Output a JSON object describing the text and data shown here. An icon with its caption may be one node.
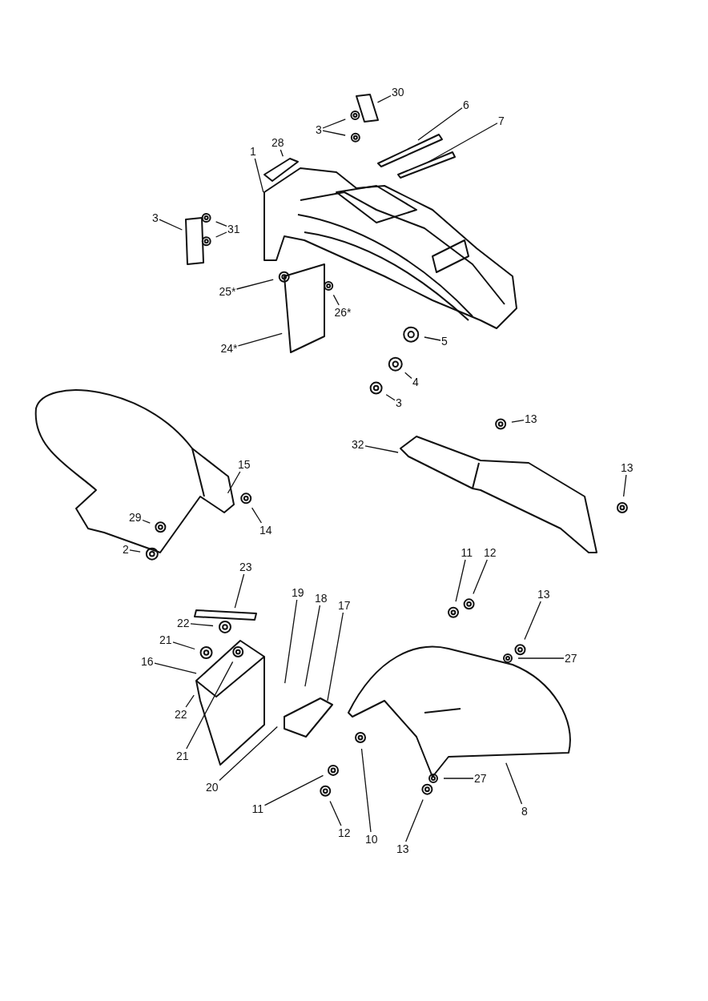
{
  "diagram": {
    "nodes": [
      {
        "text": [
          "30"
        ]
      },
      {
        "text": [
          "6"
        ]
      },
      {
        "text": [
          "3"
        ]
      },
      {
        "text": [
          "7"
        ]
      },
      {
        "text": [
          "28"
        ]
      },
      {
        "text": [
          "1"
        ]
      },
      {
        "text": [
          "3"
        ]
      },
      {
        "text": [
          "31"
        ]
      },
      {
        "text": [
          "25*"
        ]
      },
      {
        "text": [
          "26*"
        ]
      },
      {
        "text": [
          "24*"
        ]
      },
      {
        "text": [
          "5"
        ]
      },
      {
        "text": [
          "4"
        ]
      },
      {
        "text": [
          "3"
        ]
      },
      {
        "text": [
          "13"
        ]
      },
      {
        "text": [
          "32"
        ]
      },
      {
        "text": [
          "15"
        ]
      },
      {
        "text": [
          "13"
        ]
      },
      {
        "text": [
          "14"
        ]
      },
      {
        "text": [
          "29"
        ]
      },
      {
        "text": [
          "2"
        ]
      },
      {
        "text": [
          "11"
        ]
      },
      {
        "text": [
          "12"
        ]
      },
      {
        "text": [
          "23"
        ]
      },
      {
        "text": [
          "19"
        ]
      },
      {
        "text": [
          "18"
        ]
      },
      {
        "text": [
          "17"
        ]
      },
      {
        "text": [
          "13"
        ]
      },
      {
        "text": [
          "22"
        ]
      },
      {
        "text": [
          "21"
        ]
      },
      {
        "text": [
          "27"
        ]
      },
      {
        "text": [
          "16"
        ]
      },
      {
        "text": [
          "22"
        ]
      },
      {
        "text": [
          "21"
        ]
      },
      {
        "text": [
          "20"
        ]
      },
      {
        "text": [
          "27"
        ]
      },
      {
        "text": [
          "11"
        ]
      },
      {
        "text": [
          "12"
        ]
      },
      {
        "text": [
          "10"
        ]
      },
      {
        "text": [
          "8"
        ]
      },
      {
        "text": [
          "13"
        ]
      }
    ],
    "edges": [
      {
        "from": 0,
        "to": null,
        "arrow": "none"
      },
      {
        "from": 1,
        "to": null,
        "arrow": "none"
      },
      {
        "from": 2,
        "to": null,
        "arrow": "none"
      },
      {
        "from": 2,
        "to": null,
        "arrow": "none"
      },
      {
        "from": 3,
        "to": null,
        "arrow": "none"
      },
      {
        "from": 4,
        "to": null,
        "arrow": "none"
      },
      {
        "from": 5,
        "to": null,
        "arrow": "none"
      },
      {
        "from": 6,
        "to": null,
        "arrow": "none"
      },
      {
        "from": 7,
        "to": null,
        "arrow": "none"
      },
      {
        "from": 7,
        "to": null,
        "arrow": "none"
      },
      {
        "from": 8,
        "to": null,
        "arrow": "none"
      },
      {
        "from": 9,
        "to": null,
        "arrow": "none"
      },
      {
        "from": 10,
        "to": null,
        "arrow": "none"
      },
      {
        "from": 11,
        "to": null,
        "arrow": "none"
      },
      {
        "from": 12,
        "to": null,
        "arrow": "none"
      },
      {
        "from": 13,
        "to": null,
        "arrow": "none"
      },
      {
        "from": 14,
        "to": null,
        "arrow": "none"
      },
      {
        "from": 15,
        "to": null,
        "arrow": "none"
      },
      {
        "from": 16,
        "to": null,
        "arrow": "none"
      },
      {
        "from": 17,
        "to": null,
        "arrow": "none"
      },
      {
        "from": 18,
        "to": null,
        "arrow": "none"
      },
      {
        "from": 19,
        "to": null,
        "arrow": "none"
      },
      {
        "from": 20,
        "to": null,
        "arrow": "none"
      },
      {
        "from": 21,
        "to": null,
        "arrow": "none"
      },
      {
        "from": 22,
        "to": null,
        "arrow": "none"
      },
      {
        "from": 23,
        "to": null,
        "arrow": "none"
      },
      {
        "from": 24,
        "to": null,
        "arrow": "none"
      },
      {
        "from": 25,
        "to": null,
        "arrow": "none"
      },
      {
        "from": 26,
        "to": null,
        "arrow": "none"
      },
      {
        "from": 27,
        "to": null,
        "arrow": "none"
      },
      {
        "from": 28,
        "to": null,
        "arrow": "none"
      },
      {
        "from": 29,
        "to": null,
        "arrow": "none"
      },
      {
        "from": 30,
        "to": null,
        "arrow": "none"
      },
      {
        "from": 31,
        "to": null,
        "arrow": "none"
      },
      {
        "from": 32,
        "to": null,
        "arrow": "none"
      },
      {
        "from": 33,
        "to": null,
        "arrow": "none"
      },
      {
        "from": 34,
        "to": null,
        "arrow": "none"
      },
      {
        "from": 35,
        "to": null,
        "arrow": "none"
      },
      {
        "from": 36,
        "to": null,
        "arrow": "none"
      },
      {
        "from": 37,
        "to": null,
        "arrow": "none"
      },
      {
        "from": 38,
        "to": null,
        "arrow": "none"
      },
      {
        "from": 39,
        "to": null,
        "arrow": "none"
      },
      {
        "from": 40,
        "to": null,
        "arrow": "none"
      }
    ]
  }
}
